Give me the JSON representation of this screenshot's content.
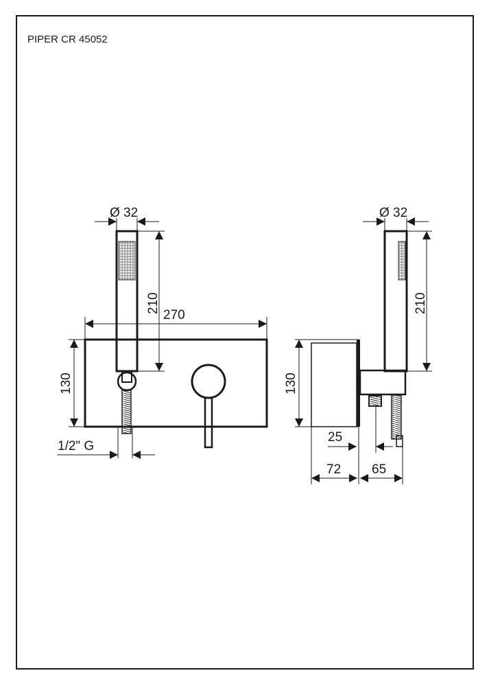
{
  "title": "PIPER CR 45052",
  "front_view": {
    "diameter": "Ø 32",
    "handle_length": "210",
    "width": "270",
    "height": "130",
    "connection": "1/2\" G"
  },
  "side_view": {
    "diameter": "Ø 32",
    "handle_length": "210",
    "height": "130",
    "outlet_offset": "25",
    "depth": "72",
    "projection": "65"
  }
}
